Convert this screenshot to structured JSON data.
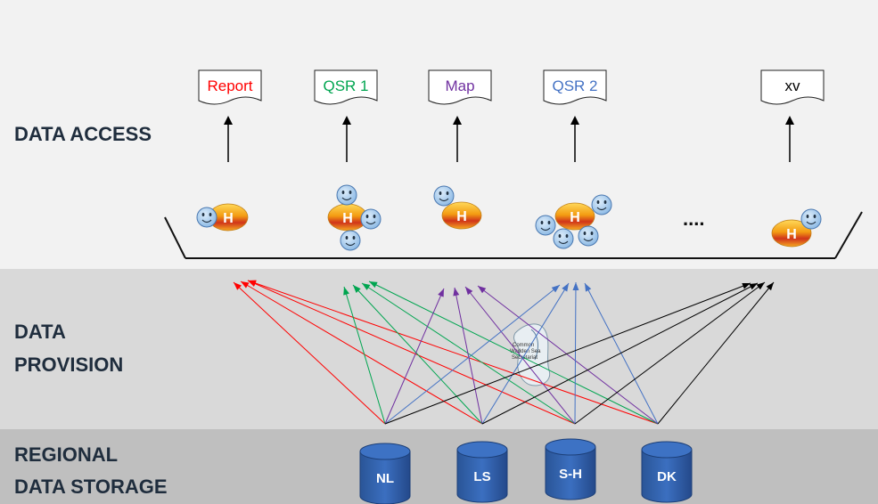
{
  "layers": {
    "access": "DATA ACCESS",
    "provision_line1": "DATA",
    "provision_line2": "PROVISION",
    "storage_line1": "REGIONAL",
    "storage_line2": "DATA STORAGE"
  },
  "products": [
    {
      "label": "Report",
      "color": "#ff0000"
    },
    {
      "label": "QSR 1",
      "color": "#00a550"
    },
    {
      "label": "Map",
      "color": "#7030a0"
    },
    {
      "label": "QSR 2",
      "color": "#4472c4"
    },
    {
      "label": "xv",
      "color": "#000000"
    }
  ],
  "harvester_label": "H",
  "ellipsis": "....",
  "secretariat_label": [
    "Common",
    "Wadden Sea",
    "Secretariat"
  ],
  "databases": [
    "NL",
    "LS",
    "S-H",
    "DK"
  ],
  "colors": {
    "access_band": "#f2f2f2",
    "provision_band": "#d9d9d9",
    "storage_band": "#bfbfbf",
    "database_fill": "#2e5fa3",
    "smiley_fill": "#9dc3e6",
    "harvester_fill": "#f39c12"
  },
  "icons": [
    "document-icon",
    "harvester-icon",
    "user-smiley-icon",
    "database-icon",
    "wadden-sea-map-icon"
  ]
}
